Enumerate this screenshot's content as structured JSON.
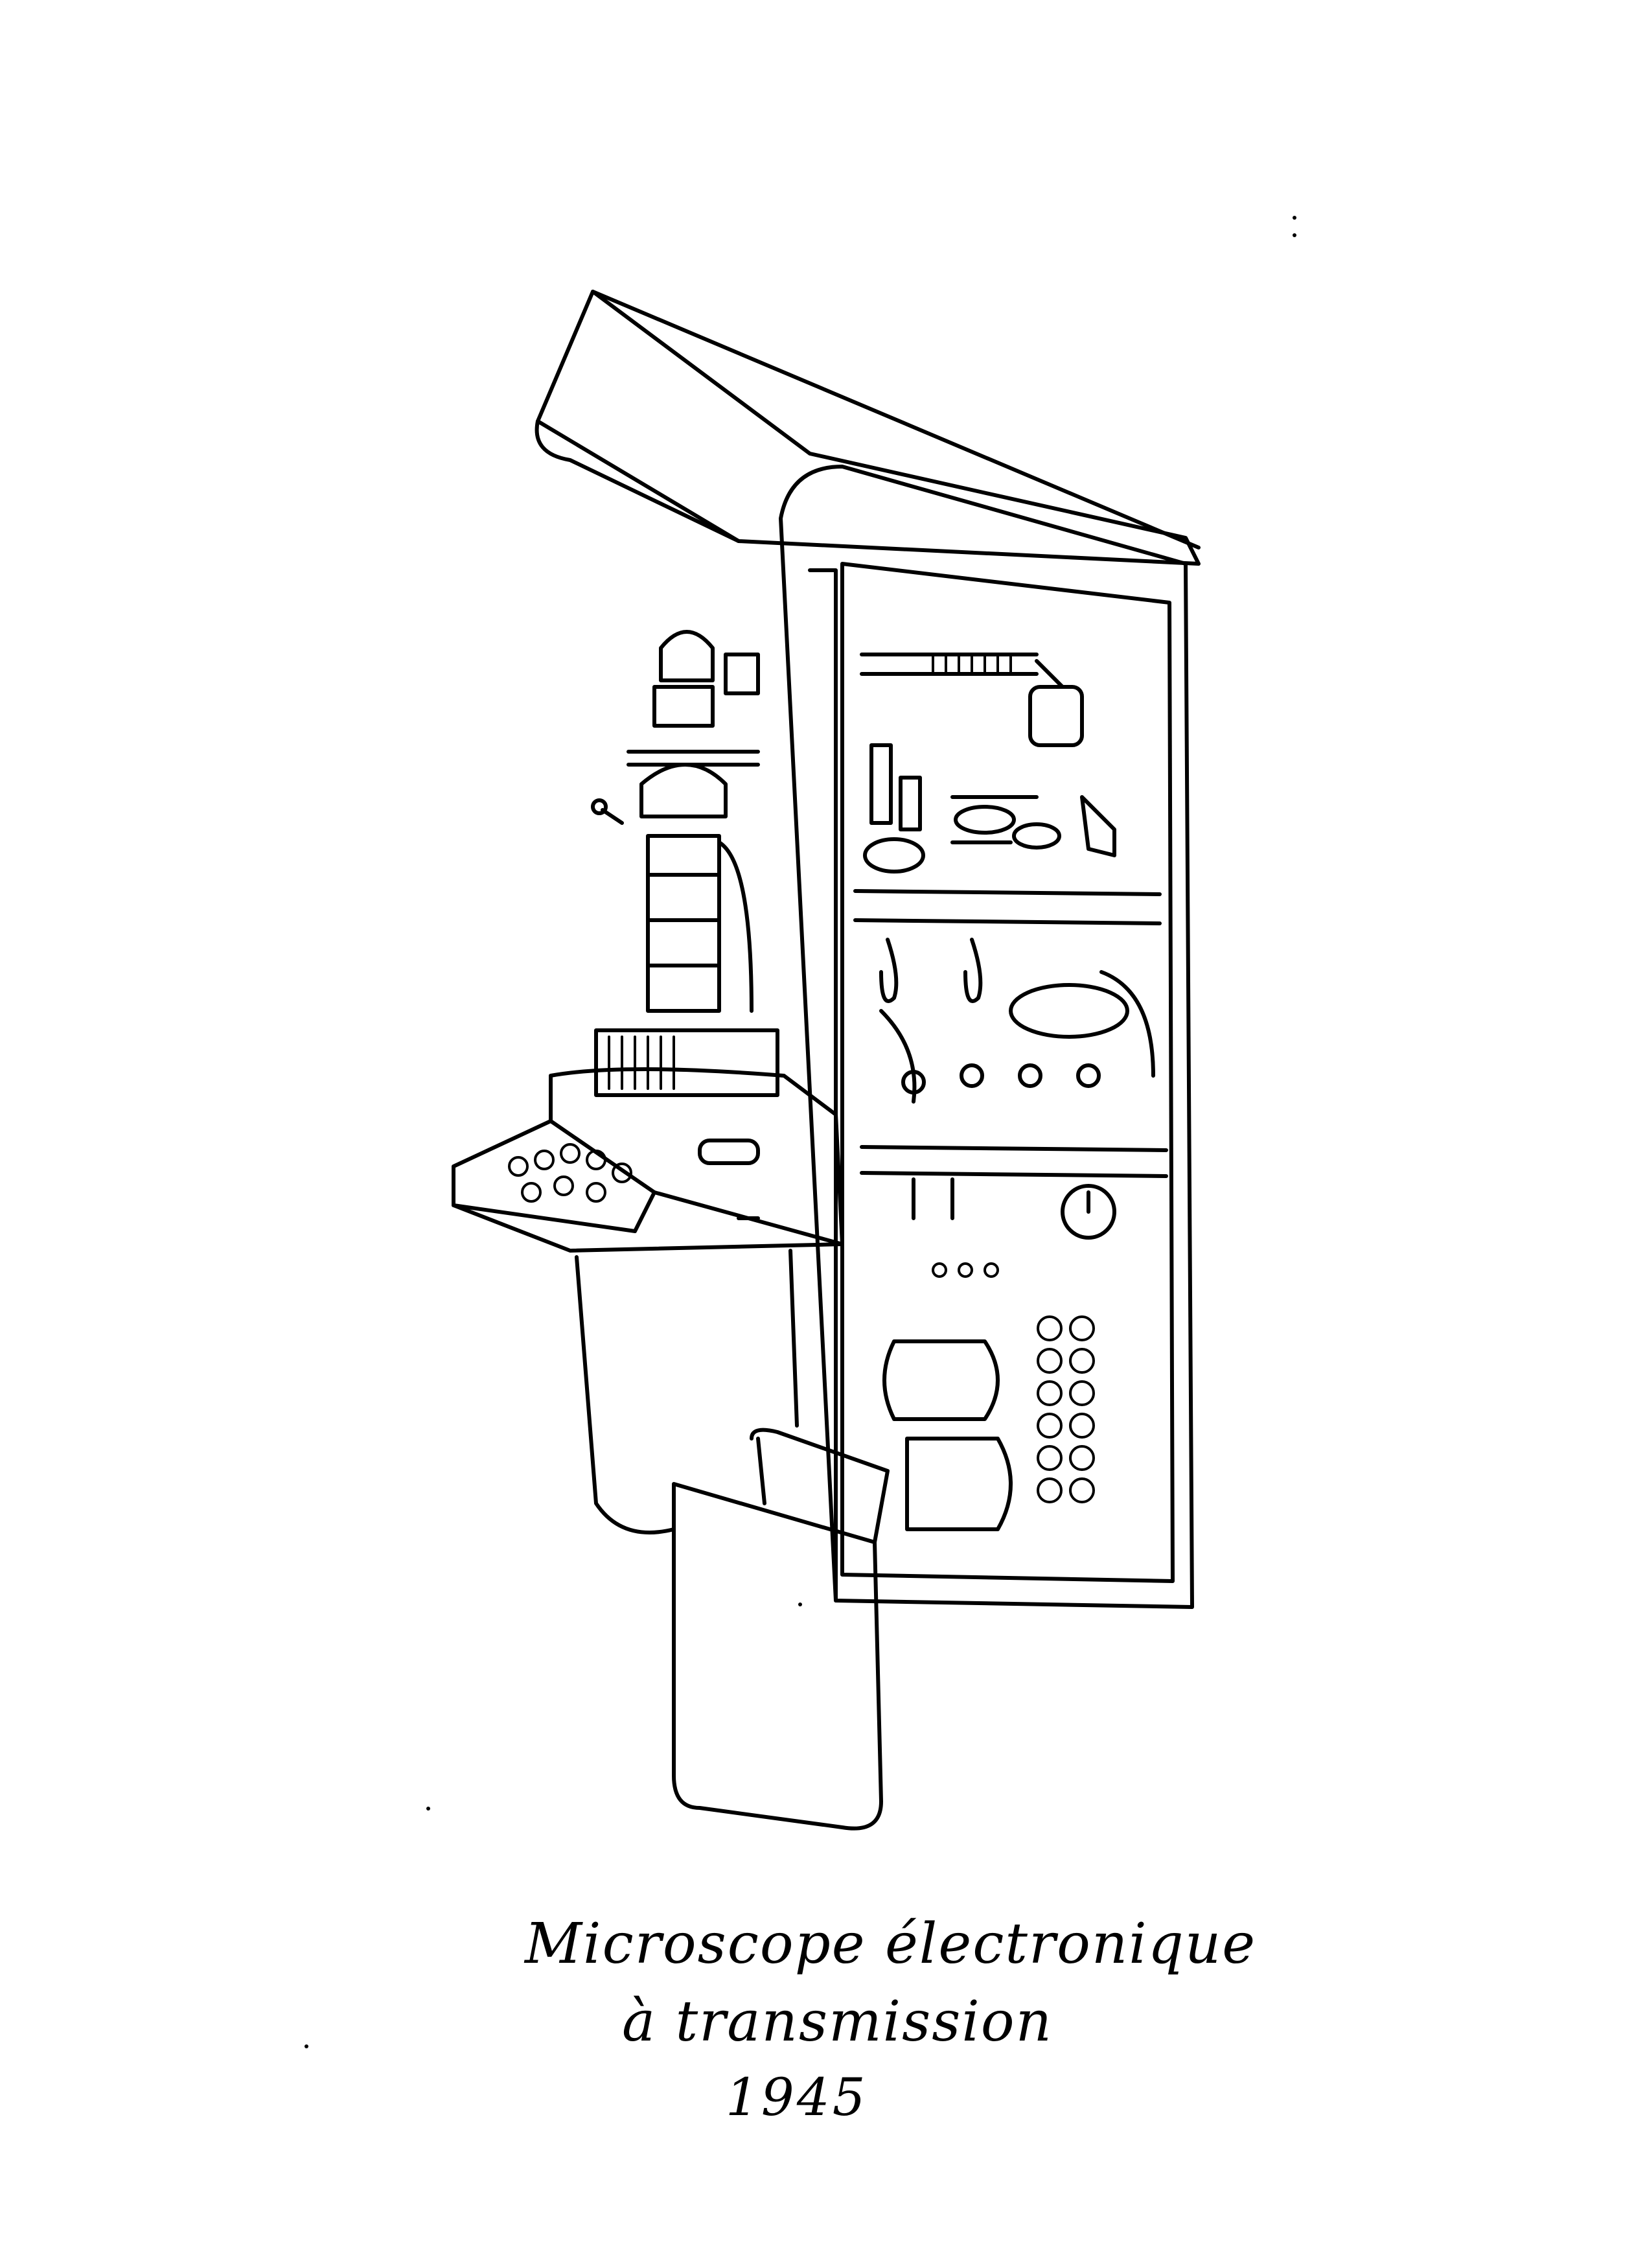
{
  "caption": {
    "line1": "Microscope électronique",
    "line2": "à transmission",
    "line3": "1945"
  },
  "colors": {
    "ink": "#000000",
    "paper": "#ffffff"
  }
}
